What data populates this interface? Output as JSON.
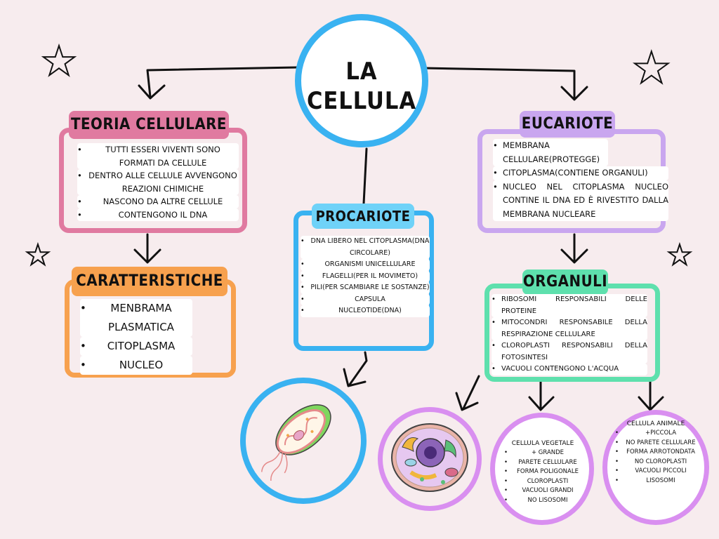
{
  "center": {
    "title_line1": "LA",
    "title_line2": "CELLULA"
  },
  "teoria": {
    "title": "TEORIA CELLULARE",
    "items": [
      "TUTTI ESSERI VIVENTI SONO FORMATI DA CELLULE",
      "DENTRO ALLE CELLULE AVVENGONO REAZIONI CHIMICHE",
      "NASCONO DA ALTRE CELLULE",
      "CONTENGONO IL DNA"
    ]
  },
  "caratteristiche": {
    "title": "CARATTERISTICHE",
    "items": [
      "MENBRAMA PLASMATICA",
      "CITOPLASMA",
      "NUCLEO"
    ]
  },
  "procariote": {
    "title": "PROCARIOTE",
    "items": [
      "DNA LIBERO NEL CITOPLASMA(DNA CIRCOLARE)",
      "ORGANISMI UNICELLULARE",
      "FLAGELLI(PER IL MOVIMETO)",
      "PILI(PER SCAMBIARE LE SOSTANZE)",
      "CAPSULA",
      "NUCLEOTIDE(DNA)"
    ]
  },
  "eucariote": {
    "title": "EUCARIOTE",
    "items": [
      "MEMBRANA CELLULARE(PROTEGGE)",
      "CITOPLASMA(CONTIENE ORGANULI)",
      "NUCLEO NEL CITOPLASMA NUCLEO CONTINE IL DNA ED È RIVESTITO DALLA MEMBRANA NUCLEARE"
    ]
  },
  "organuli": {
    "title": "ORGANULI",
    "items": [
      "RIBOSOMI RESPONSABILI DELLE PROTEINE",
      "MITOCONDRI RESPONSABILE DELLA RESPIRAZIONE CELLULARE",
      "CLOROPLASTI RESPONSABILI DELLA FOTOSINTESI",
      "VACUOLI CONTENGONO L'ACQUA"
    ]
  },
  "vegetale": {
    "title": "CELLULA VEGETALE",
    "items": [
      "+ GRANDE",
      "PARETE CELLULARE",
      "FORMA POLIGONALE",
      "CLOROPLASTI",
      "VACUOLI GRANDI",
      "NO LISOSOMI"
    ]
  },
  "animale": {
    "title": "CELLULA ANIMALE",
    "items": [
      "+PICCOLA",
      "NO PARETE CELLULARE",
      "FORMA ARROTONDATA",
      "NO CLOROPLASTI",
      "VACUOLI PICCOLI",
      "LISOSOMI"
    ]
  },
  "colors": {
    "pink": "#e07aa0",
    "orange": "#f7a14e",
    "blue": "#39b2f1",
    "purple": "#c9a6ef",
    "green": "#5ee0ad",
    "violet": "#d98ff0"
  }
}
